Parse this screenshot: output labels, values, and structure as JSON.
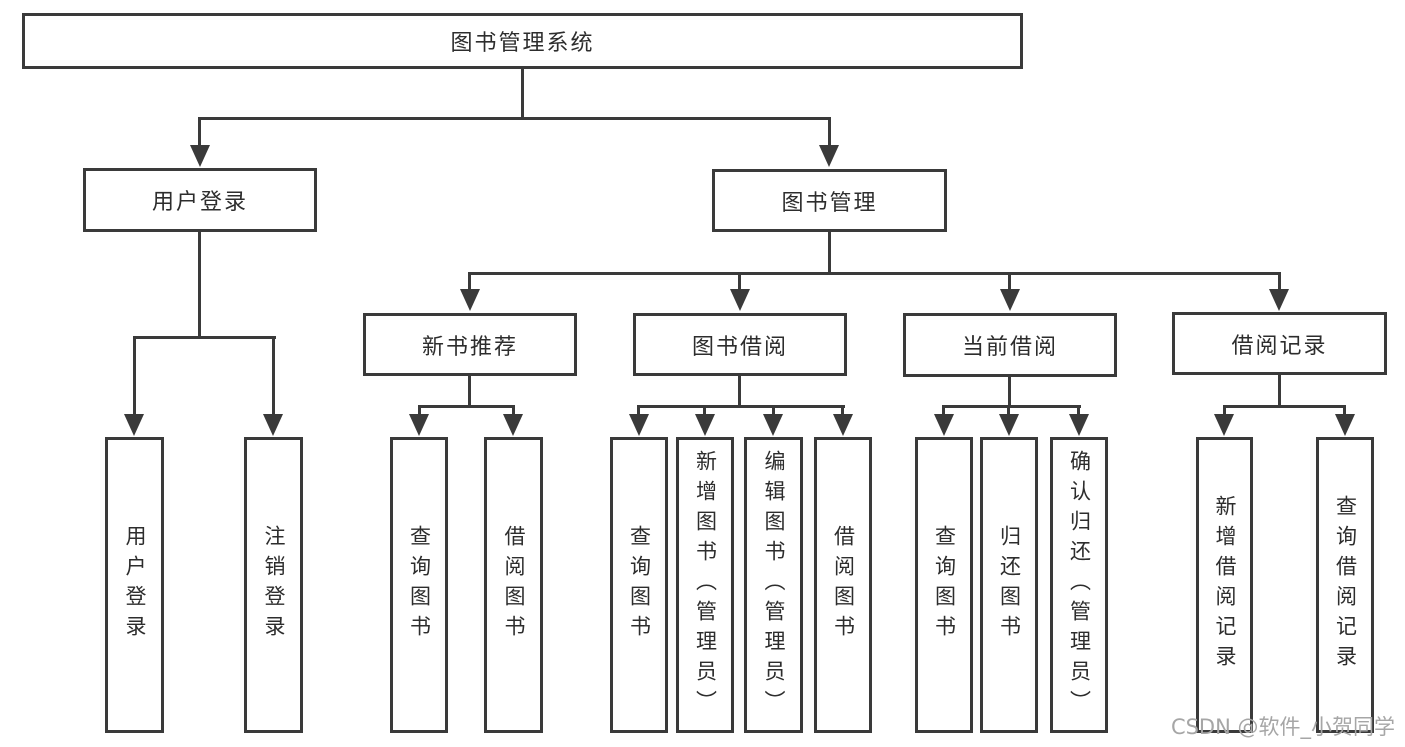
{
  "diagram": {
    "type": "hierarchy",
    "nodes": {
      "root": "图书管理系统",
      "user_login": "用户登录",
      "book_management": "图书管理",
      "new_book_recommend": "新书推荐",
      "book_borrow": "图书借阅",
      "current_borrow": "当前借阅",
      "borrow_record": "借阅记录",
      "user_login_children": [
        "用户登录",
        "注销登录"
      ],
      "new_book_children": [
        "查询图书",
        "借阅图书"
      ],
      "book_borrow_children": [
        "查询图书",
        "新增图书（管理员）",
        "编辑图书（管理员）",
        "借阅图书"
      ],
      "current_borrow_children": [
        "查询图书",
        "归还图书",
        "确认归还（管理员）"
      ],
      "borrow_record_children": [
        "新增借阅记录",
        "查询借阅记录"
      ]
    }
  },
  "watermark": {
    "text": "CSDN @软件_小贺同学",
    "color": "#a6a6a6"
  },
  "colors": {
    "line": "#3a3a3a",
    "border": "#3a3a3a",
    "text": "#2d2d2d",
    "background": "#ffffff"
  }
}
